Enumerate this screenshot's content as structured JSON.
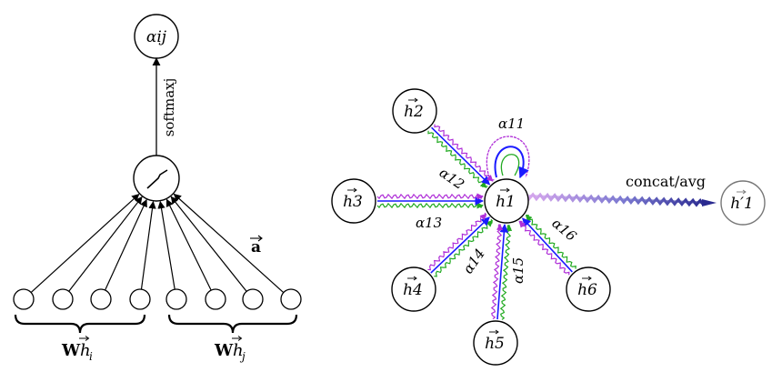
{
  "left": {
    "output_node": "αij",
    "softmax_label": "softmaxj",
    "attention_vector": "a",
    "group_left": "W h_i",
    "group_right": "W h_j"
  },
  "right": {
    "nodes": {
      "h1": "h1",
      "h2": "h2",
      "h3": "h3",
      "h4": "h4",
      "h5": "h5",
      "h6": "h6",
      "out": "h′1"
    },
    "edges": {
      "a11": "α11",
      "a12": "α12",
      "a13": "α13",
      "a14": "α14",
      "a15": "α15",
      "a16": "α16"
    },
    "combine_label": "concat/avg"
  },
  "colors": {
    "blue": "#1a1aff",
    "green": "#22aa22",
    "purple": "#b030d8"
  }
}
